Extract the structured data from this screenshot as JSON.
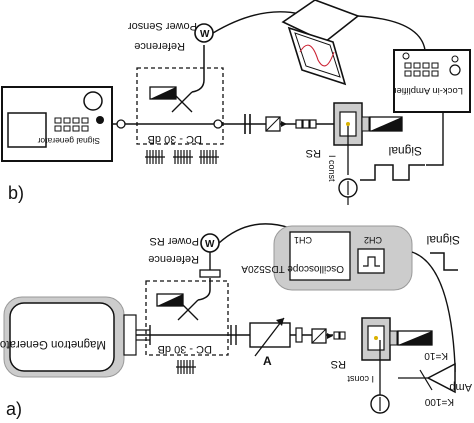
{
  "panel_b": {
    "tag": "b)",
    "signal_generator": "Signal generator",
    "attenuator": "DC - 30 dB",
    "reference": "Reference",
    "power_sensor": "Power Sensor",
    "power_sensor_symbol": "W",
    "rs": "RS",
    "i_const": "I const",
    "signal": "Signal",
    "lockin": "Lock-in Amplifier"
  },
  "panel_a": {
    "tag": "a)",
    "magnetron": "Magnetron Generator S & C - Bands",
    "attenuator": "DC - 30 dB",
    "reference": "Reference",
    "power_rs": "Power RS",
    "power_symbol": "W",
    "attenuator_a": "A",
    "rs": "RS",
    "i_const": "I const",
    "oscilloscope": "Oscilloscope TDS520A",
    "ch1": "CH1",
    "ch2": "CH2",
    "signal": "Signal",
    "amp": "Amp",
    "k10": "K=10",
    "k100": "K=100"
  }
}
